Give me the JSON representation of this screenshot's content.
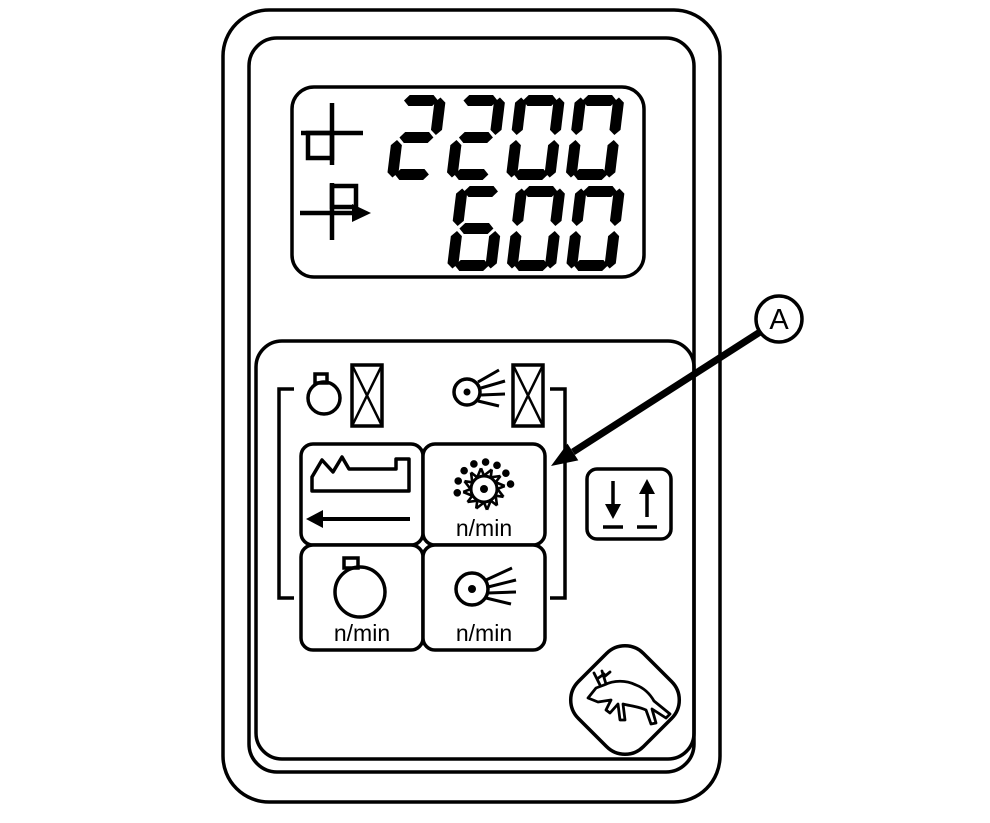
{
  "figure": {
    "type": "instrument-panel-diagram",
    "description": "Combine performance monitor with LCD readout and speed buttons"
  },
  "display": {
    "line1": {
      "icon": "area-counter-icon",
      "value": "2200"
    },
    "line2": {
      "icon": "distance-arrow-icon",
      "value": "600"
    }
  },
  "indicators": {
    "left": {
      "icon": "drum-icon",
      "modifier": "crossed-box-icon"
    },
    "right": {
      "icon": "blower-icon",
      "modifier": "crossed-box-icon"
    }
  },
  "buttons": {
    "grid": [
      {
        "id": "ground-speed-button",
        "icon": "combine-left-arrow-icon",
        "label": ""
      },
      {
        "id": "cylinder-speed-button",
        "icon": "threshing-cylinder-icon",
        "label": "n/min"
      },
      {
        "id": "engine-speed-button",
        "icon": "drum-icon",
        "label": "n/min"
      },
      {
        "id": "fan-speed-button",
        "icon": "blower-icon",
        "label": "n/min"
      }
    ],
    "raise_lower": {
      "id": "lower-raise-button",
      "icon": "down-up-arrows-icon"
    }
  },
  "logo": {
    "icon": "john-deere-deer-icon"
  },
  "callout": {
    "label": "A",
    "target": "cylinder-speed-button"
  },
  "colors": {
    "ink": "#000000",
    "background": "#ffffff"
  }
}
